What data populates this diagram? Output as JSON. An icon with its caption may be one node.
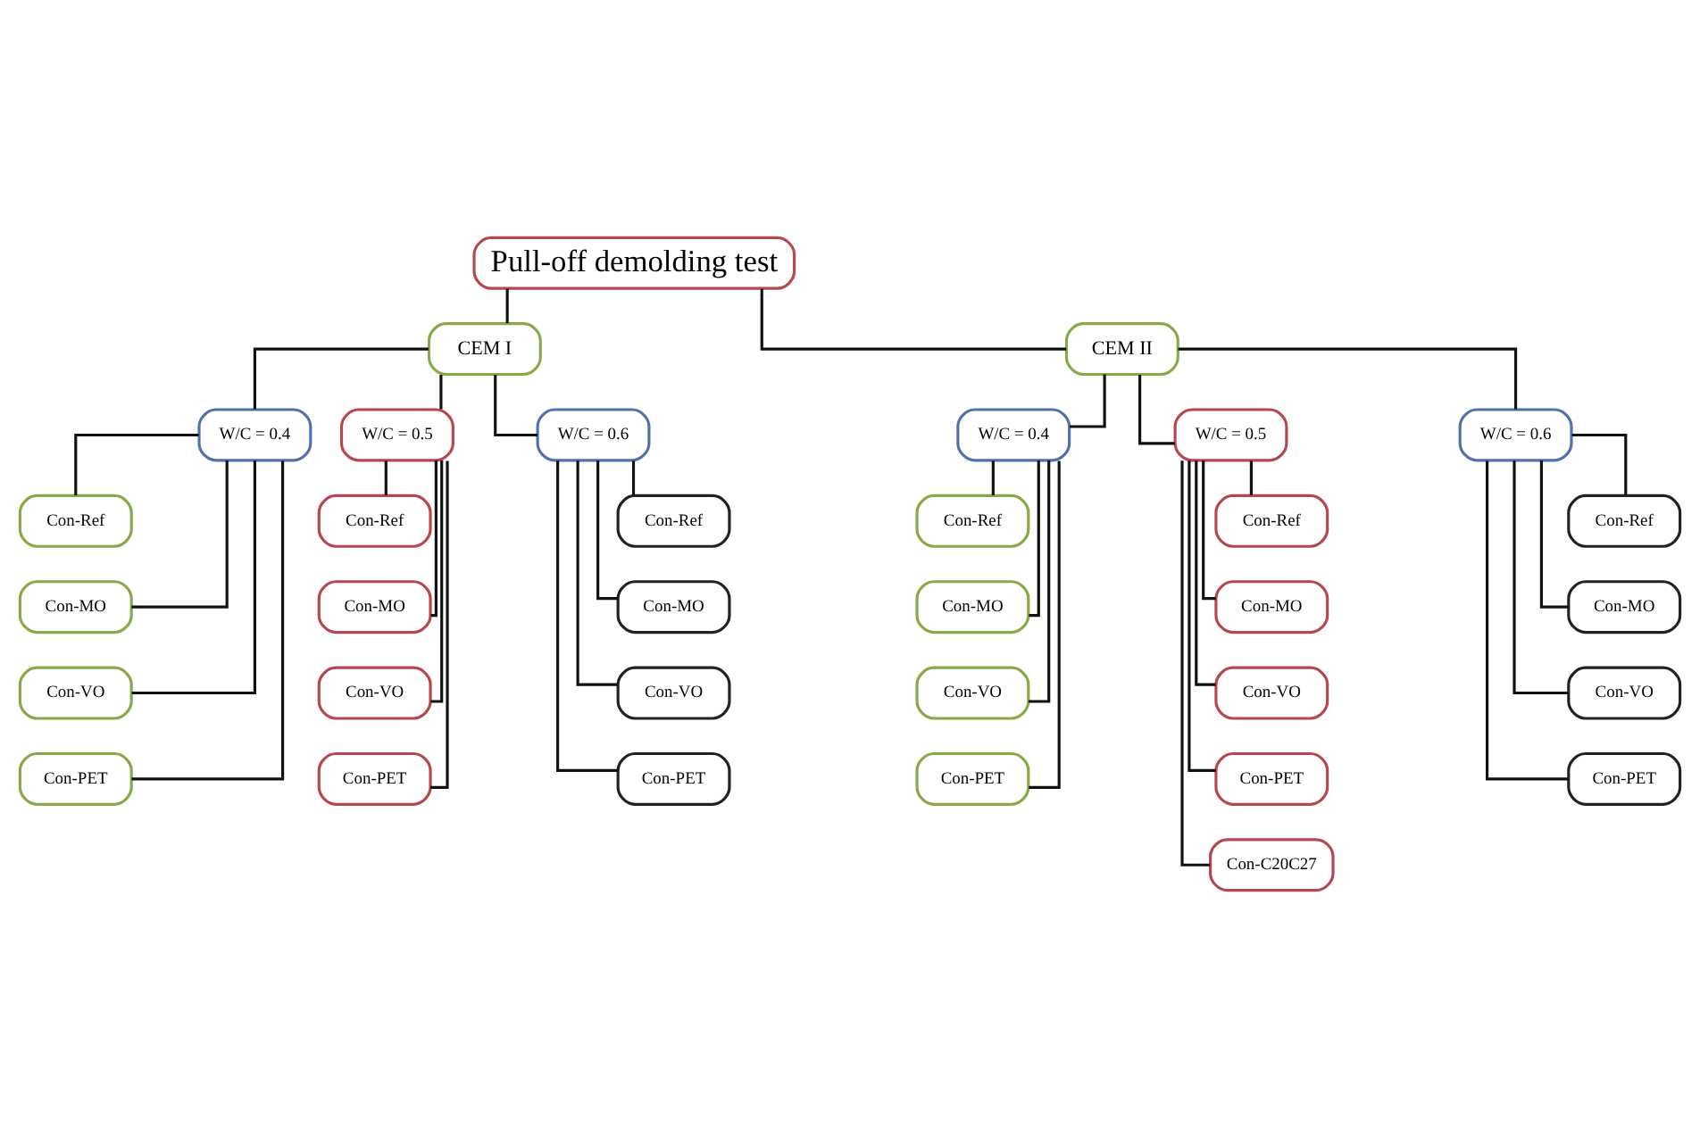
{
  "diagram": {
    "nodes": [
      {
        "text": [
          "Pull-off demolding test"
        ]
      },
      {
        "text": [
          "CEM I"
        ]
      },
      {
        "text": [
          "W/C = 0.4"
        ]
      },
      {
        "text": [
          "Con-Ref"
        ]
      },
      {
        "text": [
          "Con-MO"
        ]
      },
      {
        "text": [
          "Con-VO"
        ]
      },
      {
        "text": [
          "Con-PET"
        ]
      },
      {
        "text": [
          "W/C = 0.5"
        ]
      },
      {
        "text": [
          "Con-Ref"
        ]
      },
      {
        "text": [
          "Con-MO"
        ]
      },
      {
        "text": [
          "Con-VO"
        ]
      },
      {
        "text": [
          "Con-PET"
        ]
      },
      {
        "text": [
          "W/C = 0.6"
        ]
      },
      {
        "text": [
          "Con-Ref"
        ]
      },
      {
        "text": [
          "Con-MO"
        ]
      },
      {
        "text": [
          "Con-VO"
        ]
      },
      {
        "text": [
          "Con-PET"
        ]
      },
      {
        "text": [
          "CEM II"
        ]
      },
      {
        "text": [
          "W/C = 0.4"
        ]
      },
      {
        "text": [
          "Con-Ref"
        ]
      },
      {
        "text": [
          "Con-MO"
        ]
      },
      {
        "text": [
          "Con-VO"
        ]
      },
      {
        "text": [
          "Con-PET"
        ]
      },
      {
        "text": [
          "W/C = 0.5"
        ]
      },
      {
        "text": [
          "Con-Ref"
        ]
      },
      {
        "text": [
          "Con-MO"
        ]
      },
      {
        "text": [
          "Con-VO"
        ]
      },
      {
        "text": [
          "Con-PET"
        ]
      },
      {
        "text": [
          "Con-C20C27"
        ]
      },
      {
        "text": [
          "W/C = 0.6"
        ]
      },
      {
        "text": [
          "Con-Ref"
        ]
      },
      {
        "text": [
          "Con-MO"
        ]
      },
      {
        "text": [
          "Con-VO"
        ]
      },
      {
        "text": [
          "Con-PET"
        ]
      }
    ],
    "edges": [
      {
        "from": 0,
        "to": 1,
        "arrow": "none"
      },
      {
        "from": 0,
        "to": 17,
        "arrow": "none"
      },
      {
        "from": 1,
        "to": 2,
        "arrow": "none"
      },
      {
        "from": 1,
        "to": 7,
        "arrow": "none"
      },
      {
        "from": 1,
        "to": 12,
        "arrow": "none"
      },
      {
        "from": 2,
        "to": 3,
        "arrow": "none"
      },
      {
        "from": 2,
        "to": 4,
        "arrow": "none"
      },
      {
        "from": 2,
        "to": 5,
        "arrow": "none"
      },
      {
        "from": 2,
        "to": 6,
        "arrow": "none"
      },
      {
        "from": 7,
        "to": 8,
        "arrow": "none"
      },
      {
        "from": 7,
        "to": 9,
        "arrow": "none"
      },
      {
        "from": 7,
        "to": 10,
        "arrow": "none"
      },
      {
        "from": 7,
        "to": 11,
        "arrow": "none"
      },
      {
        "from": 12,
        "to": 13,
        "arrow": "none"
      },
      {
        "from": 12,
        "to": 14,
        "arrow": "none"
      },
      {
        "from": 12,
        "to": 15,
        "arrow": "none"
      },
      {
        "from": 12,
        "to": 16,
        "arrow": "none"
      },
      {
        "from": 17,
        "to": 18,
        "arrow": "none"
      },
      {
        "from": 17,
        "to": 23,
        "arrow": "none"
      },
      {
        "from": 17,
        "to": 29,
        "arrow": "none"
      },
      {
        "from": 18,
        "to": 19,
        "arrow": "none"
      },
      {
        "from": 18,
        "to": 20,
        "arrow": "none"
      },
      {
        "from": 18,
        "to": 21,
        "arrow": "none"
      },
      {
        "from": 18,
        "to": 22,
        "arrow": "none"
      },
      {
        "from": 23,
        "to": 24,
        "arrow": "none"
      },
      {
        "from": 23,
        "to": 25,
        "arrow": "none"
      },
      {
        "from": 23,
        "to": 26,
        "arrow": "none"
      },
      {
        "from": 23,
        "to": 27,
        "arrow": "none"
      },
      {
        "from": 23,
        "to": 28,
        "arrow": "none"
      },
      {
        "from": 29,
        "to": 30,
        "arrow": "none"
      },
      {
        "from": 29,
        "to": 31,
        "arrow": "none"
      },
      {
        "from": 29,
        "to": 32,
        "arrow": "none"
      },
      {
        "from": 29,
        "to": 33,
        "arrow": "none"
      }
    ]
  }
}
